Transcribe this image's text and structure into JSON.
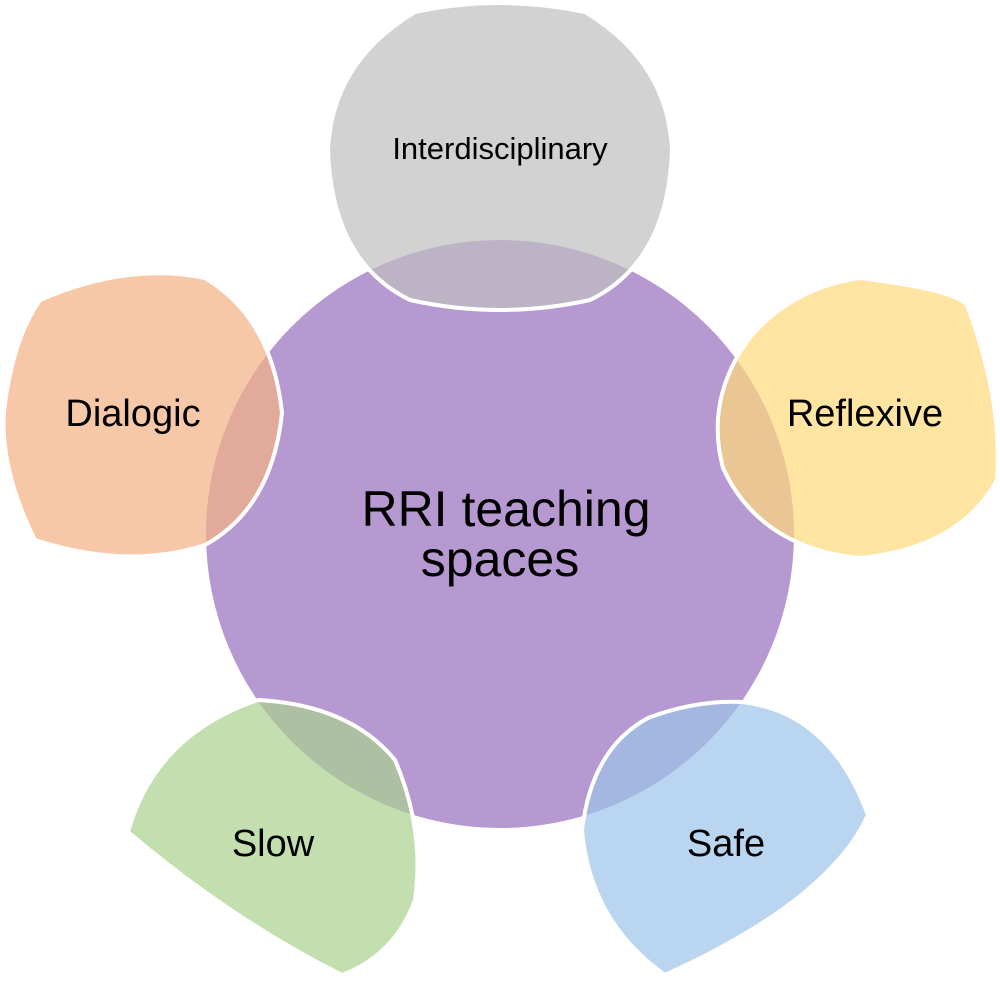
{
  "center": {
    "label_line1": "RRI teaching",
    "label_line2": "spaces",
    "color": "#B699D0"
  },
  "satellites": [
    {
      "label": "Interdisciplinary",
      "color": "#BFBFBF"
    },
    {
      "label": "Reflexive",
      "color": "#FFD97A"
    },
    {
      "label": "Safe",
      "color": "#9DC3E8"
    },
    {
      "label": "Slow",
      "color": "#A9D18E"
    },
    {
      "label": "Dialogic",
      "color": "#F4B183"
    }
  ]
}
